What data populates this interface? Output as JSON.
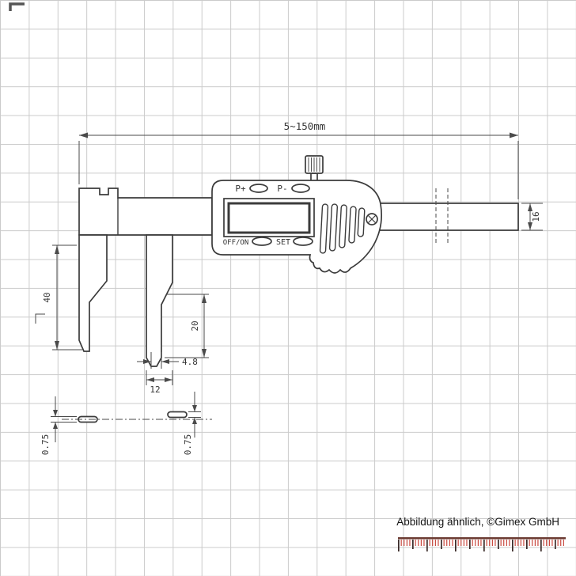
{
  "dims": {
    "overall": "5~150mm",
    "beam_height": "16",
    "jaw_depth": "40",
    "inner_jaw_length": "20",
    "tip_width": "4.8",
    "jaw_span": "12",
    "tip_thickness_left": "0.75",
    "tip_thickness_right": "0.75"
  },
  "display": {
    "btn_p_plus": "P+",
    "btn_p_minus": "P-",
    "btn_off_on": "OFF/ON",
    "btn_set": "SET"
  },
  "footer": {
    "caption": "Abbildung ähnlich, ©Gimex GmbH"
  },
  "colors": {
    "line": "#3b3b3b",
    "dim": "#4a4a4a",
    "grid": "#cbcbcb",
    "ruler_red": "#c4392e",
    "ruler_dark": "#3a2a28",
    "ruler_base": "#6b3b32"
  }
}
